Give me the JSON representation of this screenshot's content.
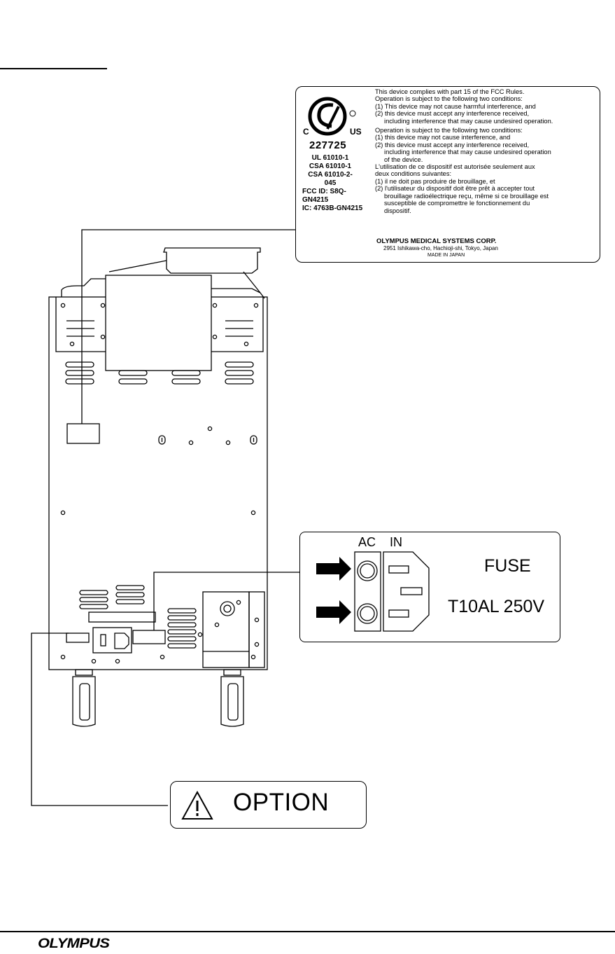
{
  "label": {
    "csa_c": "C",
    "csa_us": "US",
    "csa_number": "227725",
    "standards": [
      "UL 61010-1",
      "CSA 61010-1",
      "CSA 61010-2-045"
    ],
    "fcc_id": "FCC ID: S8Q-GN4215",
    "ic_id": "IC: 4763B-GN4215",
    "fcc_lines": [
      {
        "text": "This device complies with part 15 of the FCC Rules.",
        "indent": false
      },
      {
        "text": "Operation is subject to the following two conditions:",
        "indent": false
      },
      {
        "text": "(1) This device may not cause harmful interference, and",
        "indent": false
      },
      {
        "text": "(2) this device must accept any interference received,",
        "indent": false
      },
      {
        "text": "including interference that may cause undesired operation.",
        "indent": true
      },
      {
        "text": "Operation is subject to the following two conditions:",
        "indent": false
      },
      {
        "text": "(1) this device may not cause interference, and",
        "indent": false
      },
      {
        "text": "(2) this device must accept any interference received,",
        "indent": false
      },
      {
        "text": "including interference that may cause undesired operation",
        "indent": true
      },
      {
        "text": "of the device.",
        "indent": true
      },
      {
        "text": "L'utilisation de ce dispositif est autorisée seulement aux",
        "indent": false
      },
      {
        "text": "deux conditions suivantes:",
        "indent": false
      },
      {
        "text": "(1) il ne doit pas produire de brouillage, et",
        "indent": false
      },
      {
        "text": "(2) l'utilisateur du dispositif doit être prêt à accepter tout",
        "indent": false
      },
      {
        "text": "brouillage radioélectrique reçu, même si ce brouillage est",
        "indent": true
      },
      {
        "text": "susceptible de compromettre le fonctionnement du",
        "indent": true
      },
      {
        "text": "dispositif.",
        "indent": true
      }
    ],
    "company": "OLYMPUS MEDICAL SYSTEMS CORP.",
    "address": "2951 Ishikawa-cho, Hachioji-shi, Tokyo, Japan",
    "made_in": "MADE IN JAPAN"
  },
  "inlet": {
    "ac": "AC",
    "in": "IN",
    "fuse": "FUSE",
    "rating": "T10AL 250V"
  },
  "option": {
    "text": "OPTION",
    "icon": "warning-triangle-icon"
  },
  "footer": {
    "brand": "OLYMPUS"
  }
}
